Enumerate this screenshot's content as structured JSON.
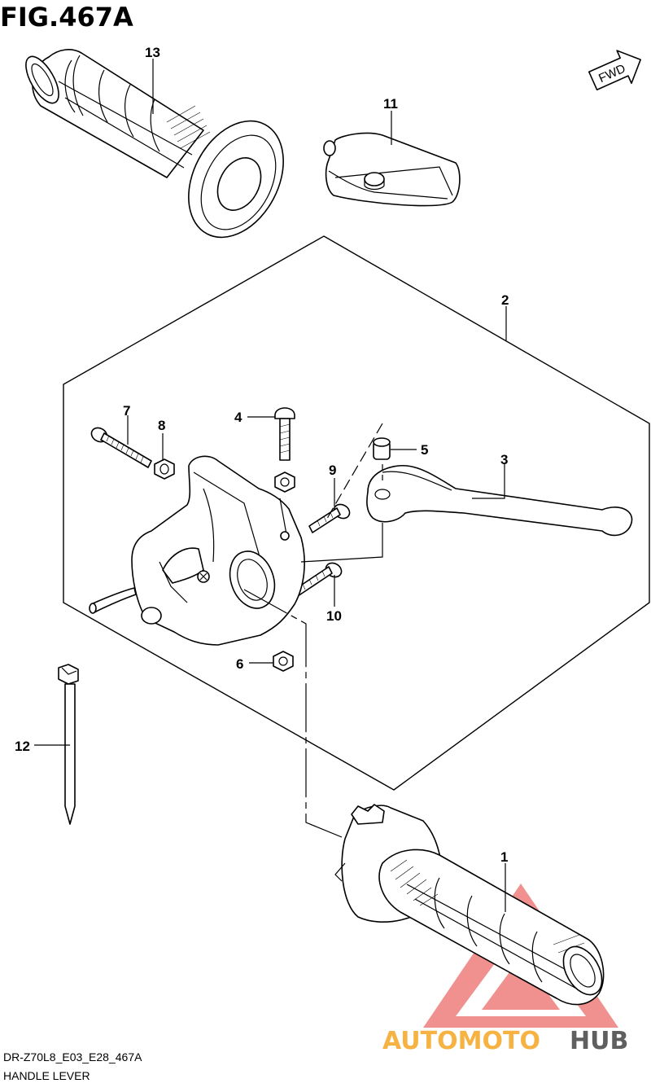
{
  "figure": {
    "title": "FIG.467A",
    "code": "DR-Z70L8_E03_E28_467A",
    "caption": "HANDLE LEVER"
  },
  "direction_marker": {
    "label": "FWD",
    "icon": "fwd-arrow-icon"
  },
  "callouts": {
    "c1": "1",
    "c2": "2",
    "c3": "3",
    "c4": "4",
    "c5": "5",
    "c6": "6",
    "c7": "7",
    "c8": "8",
    "c9": "9",
    "c10": "10",
    "c11": "11",
    "c12": "12",
    "c13": "13"
  },
  "watermark": {
    "text_a": "AUTOMOTO",
    "text_b": "HUB",
    "color_a": "#f5a623",
    "color_b": "#444444",
    "triangle_color": "#e53935"
  }
}
